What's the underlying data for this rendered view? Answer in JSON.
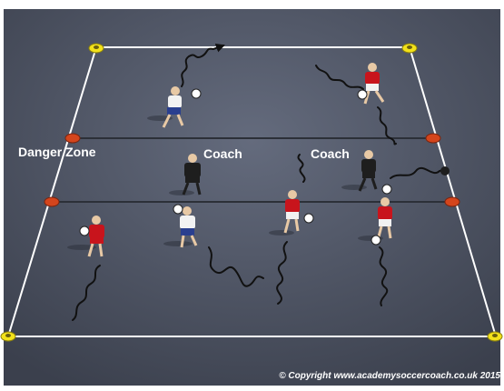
{
  "diagram": {
    "labels": {
      "danger_zone": "Danger Zone",
      "coach_left": "Coach",
      "coach_right": "Coach"
    },
    "copyright": "© Copyright www.academysoccercoach.co.uk 2015",
    "colors": {
      "pitch_dark": "#444a59",
      "pitch_light": "#5e6577",
      "lines": "#ffffff",
      "dark_lines": "#2c3038",
      "red_team": "#c8141c",
      "white_team": "#f2f2f2",
      "blue_shorts": "#2a3f8f",
      "goalkeeper": "#1e1e1e",
      "cone_yellow": "#f3e21a",
      "cone_red": "#d4451c",
      "path": "#111111"
    }
  }
}
